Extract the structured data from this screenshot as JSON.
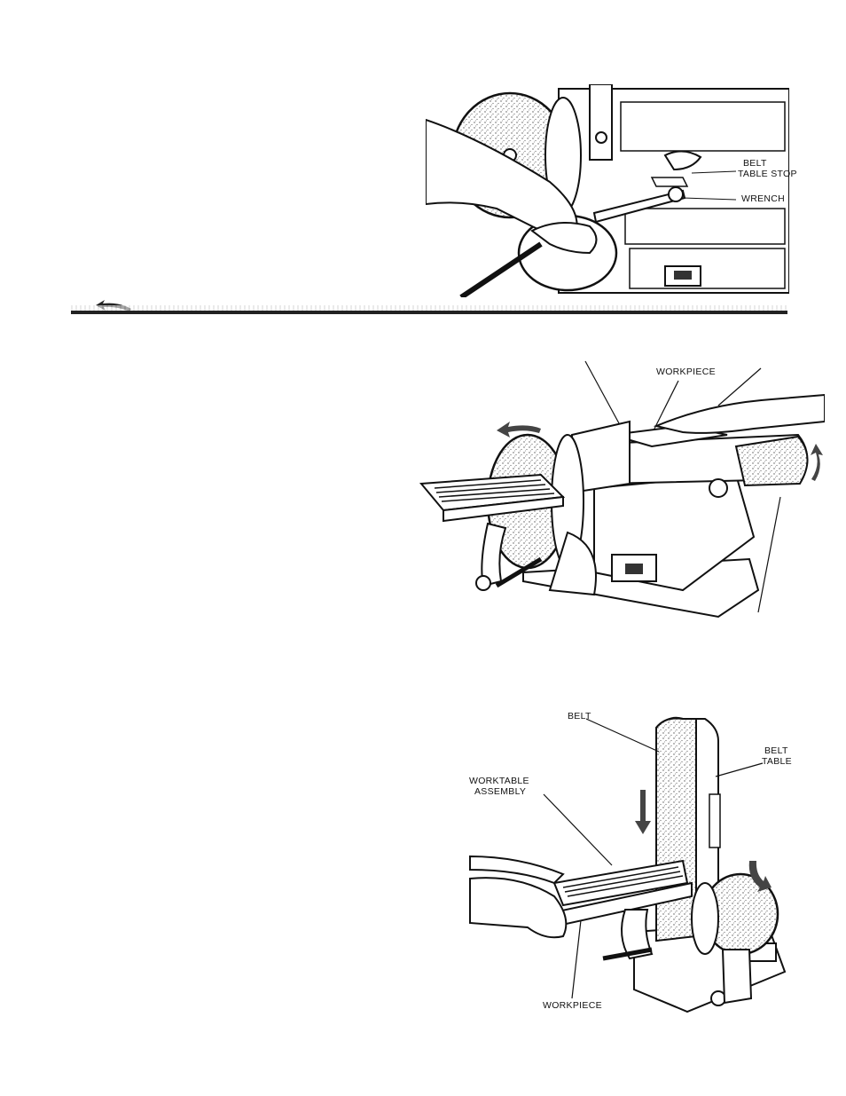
{
  "figure1": {
    "labels": {
      "belt_table_stop_1": "BELT",
      "belt_table_stop_2": "TABLE STOP",
      "wrench": "WRENCH"
    }
  },
  "figure2": {
    "labels": {
      "workpiece": "WORKPIECE"
    }
  },
  "figure3": {
    "labels": {
      "belt": "BELT",
      "belt_table_1": "BELT",
      "belt_table_2": "TABLE",
      "worktable_1": "WORKTABLE",
      "worktable_2": "ASSEMBLY",
      "workpiece": "WORKPIECE"
    }
  },
  "colors": {
    "ink": "#111111",
    "stipple": "#8a8a8a",
    "paper": "#ffffff"
  },
  "icons": [
    "rotation-arrow-icon"
  ]
}
